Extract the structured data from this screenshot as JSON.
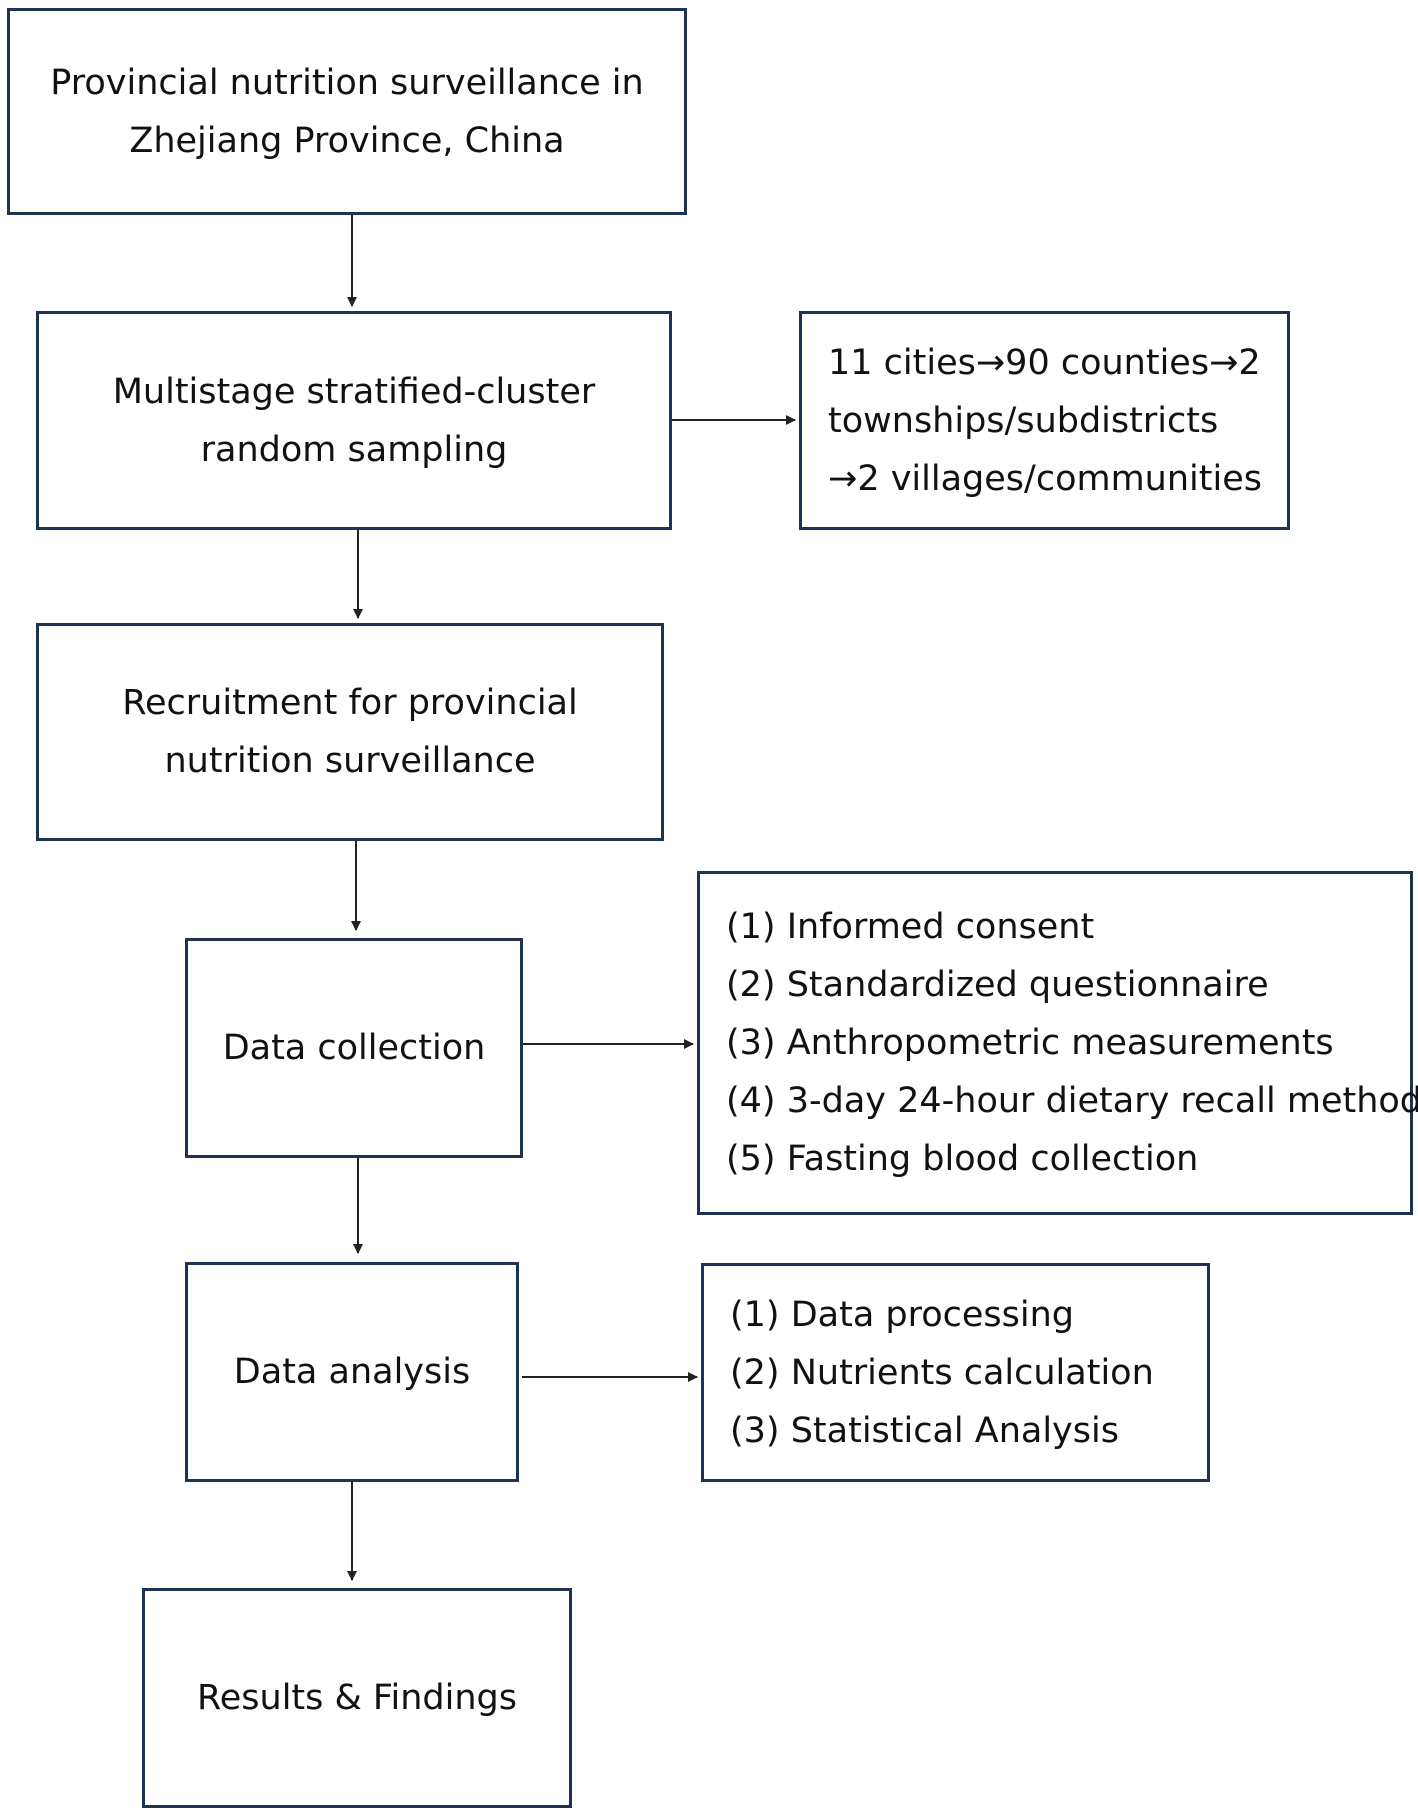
{
  "flowchart": {
    "steps": [
      {
        "lines": [
          "Provincial nutrition surveillance in",
          "Zhejiang Province, China"
        ]
      },
      {
        "lines": [
          "Multistage stratified-cluster",
          "random sampling"
        ]
      },
      {
        "lines": [
          "Recruitment for provincial",
          "nutrition surveillance"
        ]
      },
      {
        "lines": [
          "Data collection"
        ]
      },
      {
        "lines": [
          "Data analysis"
        ]
      },
      {
        "lines": [
          "Results & Findings"
        ]
      }
    ],
    "details": {
      "sampling": {
        "lines": [
          "11 cities→90 counties→2",
          "townships/subdistricts",
          "→2 villages/communities"
        ]
      },
      "collection": {
        "lines": [
          "(1) Informed consent",
          "(2) Standardized questionnaire",
          "(3) Anthropometric measurements",
          "(4) 3-day 24-hour dietary recall method",
          "(5) Fasting blood collection"
        ]
      },
      "analysis": {
        "lines": [
          "(1) Data processing",
          "(2) Nutrients calculation",
          "(3) Statistical Analysis"
        ]
      }
    }
  },
  "colors": {
    "box_border": "#1f3251",
    "arrow": "#222222",
    "text": "#111111"
  }
}
